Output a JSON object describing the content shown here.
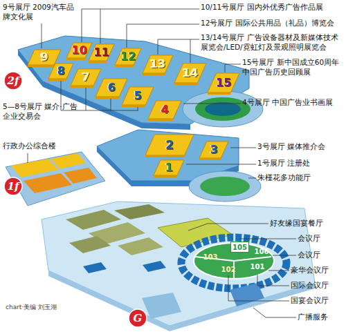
{
  "diagram": {
    "nodes": [
      {
        "text": [
          "2f"
        ]
      },
      {
        "text": [
          "9"
        ]
      },
      {
        "text": [
          "10"
        ]
      },
      {
        "text": [
          "11"
        ]
      },
      {
        "text": [
          "12"
        ]
      },
      {
        "text": [
          "13"
        ]
      },
      {
        "text": [
          "14"
        ]
      },
      {
        "text": [
          "15"
        ]
      },
      {
        "text": [
          "8"
        ]
      },
      {
        "text": [
          "7"
        ]
      },
      {
        "text": [
          "6"
        ]
      },
      {
        "text": [
          "5"
        ]
      },
      {
        "text": [
          "4"
        ]
      },
      {
        "text": [
          "2"
        ]
      },
      {
        "text": [
          "3"
        ]
      },
      {
        "text": [
          "1"
        ]
      },
      {
        "text": [
          "1f"
        ]
      },
      {
        "text": [
          "105"
        ]
      },
      {
        "text": [
          "103"
        ]
      },
      {
        "text": [
          "106"
        ]
      },
      {
        "text": [
          "102"
        ]
      },
      {
        "text": [
          "101"
        ]
      },
      {
        "text": [
          "G"
        ]
      }
    ],
    "labels": [
      "9号展厅 2009汽车品牌文化展",
      "10/11号展厅 国内外优秀广告作品展",
      "12号展厅 国际公共用品（礼品）博览会",
      "13/14号展厅 广告设备器材及新媒体技术展览会/LED/霓虹灯及景观照明展览会",
      "15号展厅 新中国成立60周年中国广告历史回顾展",
      "4号展厅 中国广告业书画展",
      "5—8号展厅 媒介·广告企业交易会",
      "行政办公综合楼",
      "3号展厅 媒体推介会",
      "1号展厅 注册处",
      "朱槿花多功能厅",
      "好友缘国宴餐厅",
      "会议厅",
      "会议厅",
      "豪华会议厅",
      "国际会议厅",
      "国宴会议厅",
      "广播服务",
      "chart·美编 刘玉湖"
    ]
  }
}
